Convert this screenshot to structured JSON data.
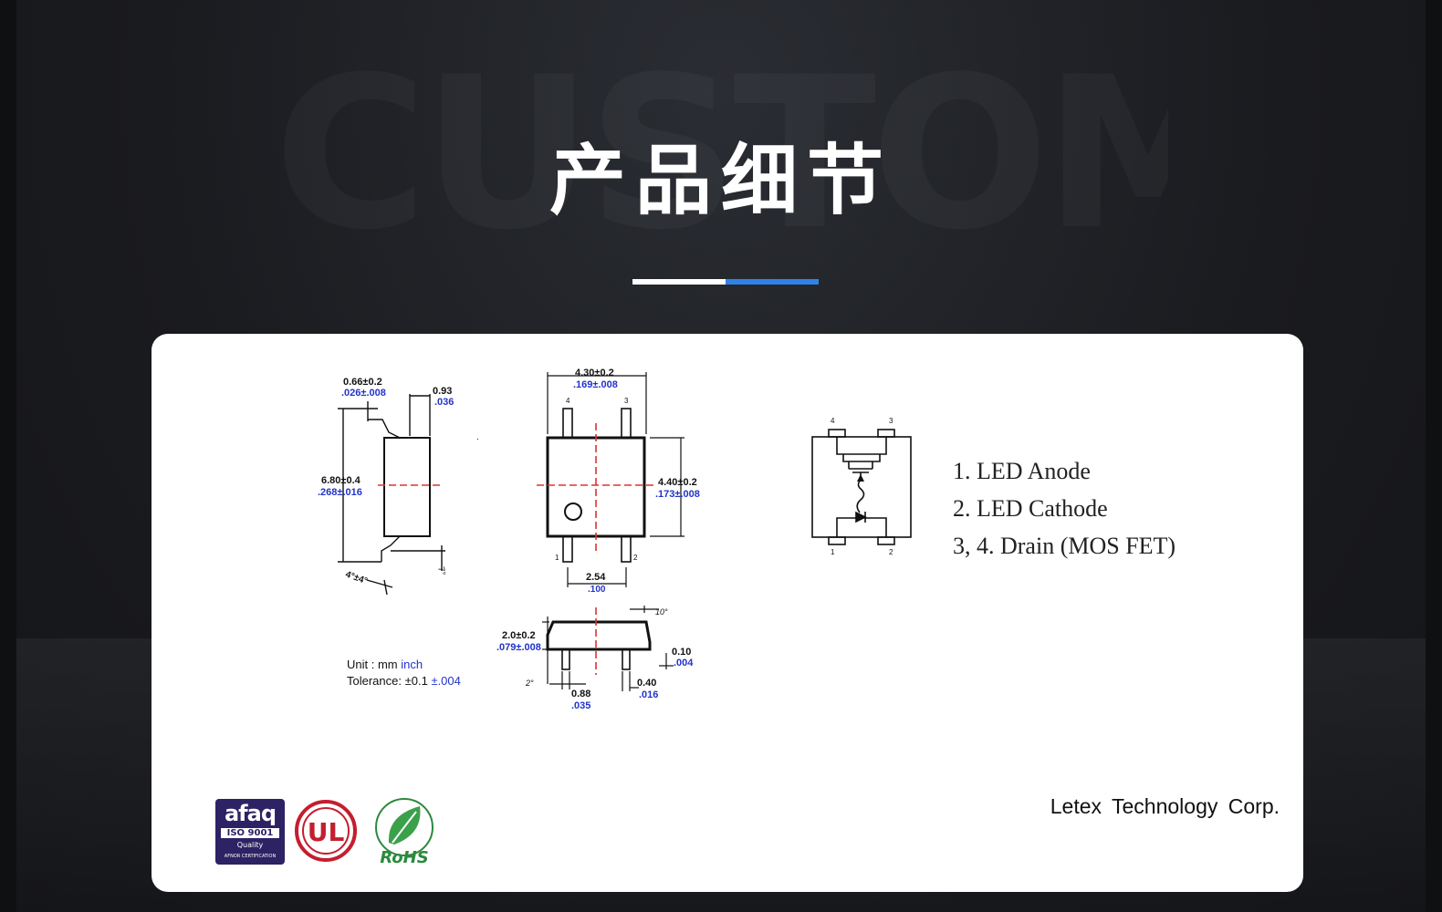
{
  "header": {
    "watermark": "CUSTOM",
    "title": "产品细节"
  },
  "colors": {
    "accent_blue": "#2f82e8",
    "drawing_blue": "#2233cc",
    "centerline_red": "#e03030"
  },
  "drawing": {
    "side_view": {
      "dim_lead_width_mm": "0.66±0.2",
      "dim_lead_width_in": ".026±.008",
      "dim_standoff_mm": "0.93",
      "dim_standoff_in": ".036",
      "dim_height_mm": "6.80±0.4",
      "dim_height_in": ".268±.016",
      "dim_angle": "4°±4°",
      "dim_angle_small": "7°"
    },
    "top_view": {
      "dim_width_mm": "4.30±0.2",
      "dim_width_in": ".169±.008",
      "dim_length_mm": "4.40±0.2",
      "dim_length_in": ".173±.008",
      "dim_pitch_mm": "2.54",
      "dim_pitch_in": ".100",
      "pin_4": "4",
      "pin_3": "3",
      "pin_1": "1",
      "pin_2": "2"
    },
    "front_view": {
      "dim_angle_top": "10°",
      "dim_body_mm": "2.0±0.2",
      "dim_body_in": ".079±.008",
      "dim_lead_mm": "0.10",
      "dim_lead_in": ".004",
      "dim_angle_bottom": "2°",
      "dim_foot_mm": "0.88",
      "dim_foot_in": ".035",
      "dim_lead_w_mm": "0.40",
      "dim_lead_w_in": ".016"
    },
    "schematic": {
      "pin_4": "4",
      "pin_3": "3",
      "pin_1": "1",
      "pin_2": "2"
    }
  },
  "unit_note": {
    "unit_label": "Unit : mm",
    "unit_alt": "inch",
    "tolerance_label": "Tolerance: ±0.1",
    "tolerance_alt": "±.004"
  },
  "pin_legend": [
    "1.    LED Anode",
    "2.    LED Cathode",
    "3, 4. Drain (MOS FET)"
  ],
  "logos": {
    "afaq_name": "afaq",
    "afaq_std": "ISO 9001",
    "afaq_sub": "Quality",
    "afaq_cert": "AFNOR CERTIFICATION",
    "ul_mark": "UL",
    "rohs_mark": "RoHS"
  },
  "company": "Letex Technology Corp."
}
